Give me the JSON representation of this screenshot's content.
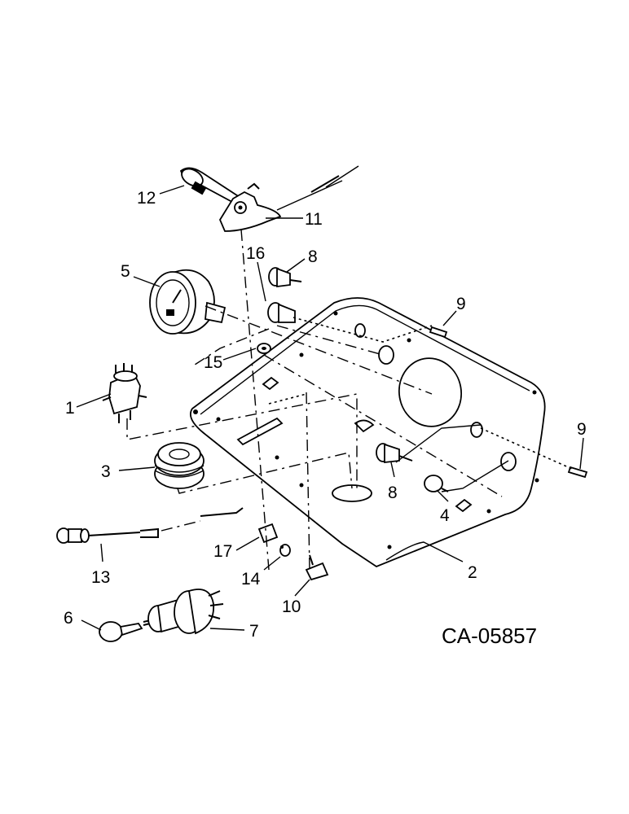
{
  "callouts": {
    "c1": "1",
    "c2": "2",
    "c3": "3",
    "c4": "4",
    "c5": "5",
    "c6": "6",
    "c7": "7",
    "c8a": "8",
    "c8b": "8",
    "c9a": "9",
    "c9b": "9",
    "c10": "10",
    "c11": "11",
    "c12": "12",
    "c13": "13",
    "c14": "14",
    "c15": "15",
    "c16": "16",
    "c17": "17"
  },
  "drawing_number": "CA-05857"
}
